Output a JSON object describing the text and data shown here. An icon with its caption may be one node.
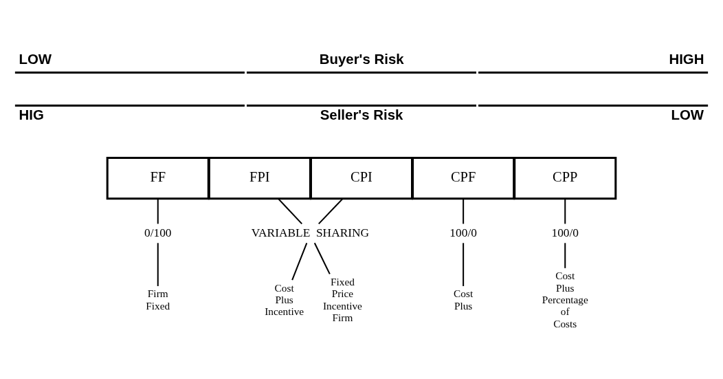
{
  "diagram": {
    "nodes": [
      {
        "text": [
          "FF"
        ]
      },
      {
        "text": [
          "FPI"
        ]
      },
      {
        "text": [
          "CPI"
        ]
      },
      {
        "text": [
          "CPF"
        ]
      },
      {
        "text": [
          "CPP"
        ]
      },
      {
        "text": [
          "0/100"
        ]
      },
      {
        "text": [
          "VARIABLE  SHARING"
        ]
      },
      {
        "text": [
          "100/0"
        ]
      },
      {
        "text": [
          "100/0"
        ]
      },
      {
        "text": [
          "Firm Fixed"
        ]
      },
      {
        "text": [
          "Fixed Price Incentive Firm"
        ]
      },
      {
        "text": [
          "Cost Plus Incentive"
        ]
      },
      {
        "text": [
          "Cost Plus"
        ]
      },
      {
        "text": [
          "Cost Plus Percentage of Costs"
        ]
      }
    ],
    "edges": [
      {
        "from": 0,
        "to": 5,
        "arrow": "none"
      },
      {
        "from": 1,
        "to": 6,
        "arrow": "none"
      },
      {
        "from": 2,
        "to": 6,
        "arrow": "none"
      },
      {
        "from": 3,
        "to": 7,
        "arrow": "none"
      },
      {
        "from": 4,
        "to": 8,
        "arrow": "none"
      },
      {
        "from": 5,
        "to": 9,
        "arrow": "none"
      },
      {
        "from": 6,
        "to": 10,
        "arrow": "none"
      },
      {
        "from": 6,
        "to": 11,
        "arrow": "none"
      },
      {
        "from": 7,
        "to": 12,
        "arrow": "none"
      },
      {
        "from": 8,
        "to": 13,
        "arrow": "none"
      }
    ],
    "labels": [
      "LOW",
      "Buyer's Risk",
      "HIGH",
      "HIG",
      "Seller's Risk",
      "LOW"
    ]
  }
}
